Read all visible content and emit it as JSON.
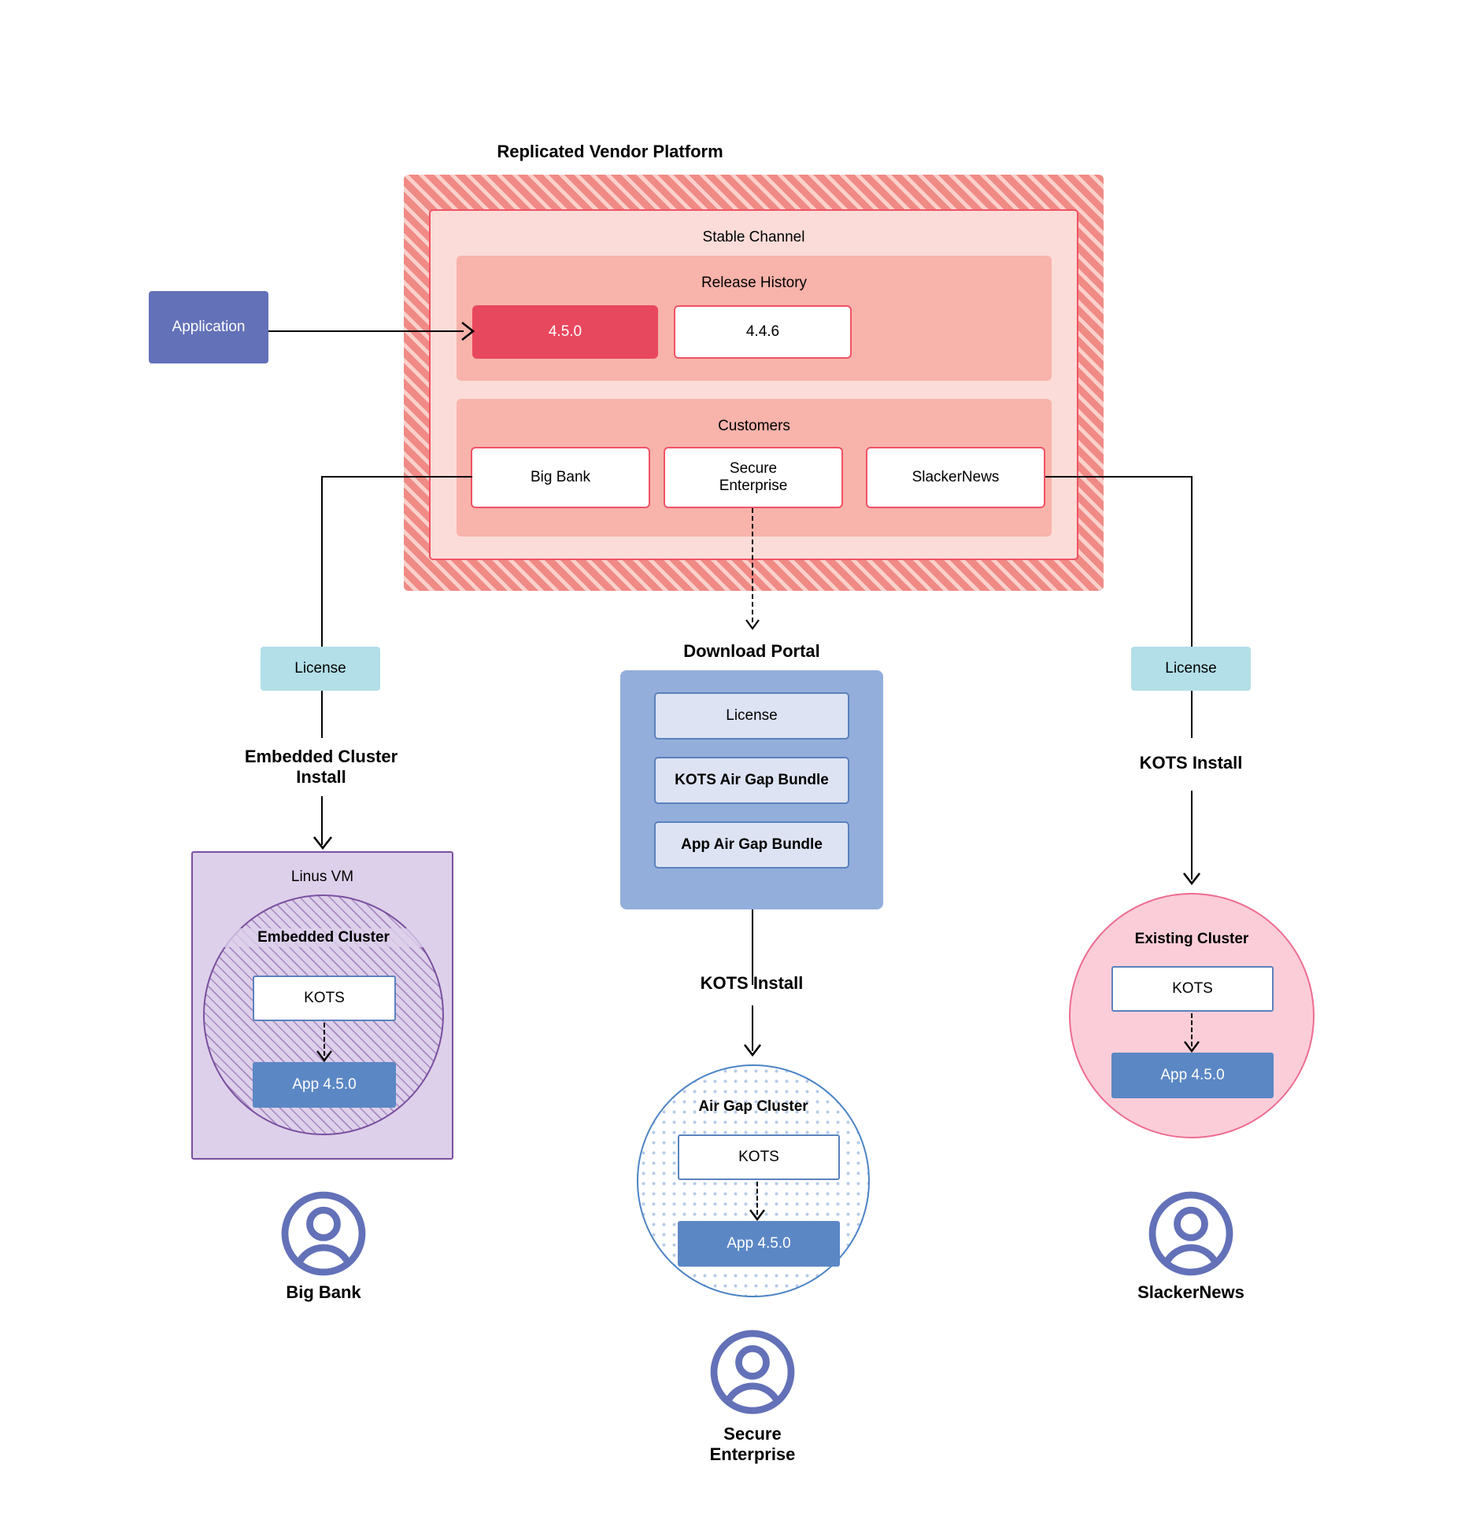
{
  "diagram": {
    "title": "Replicated Vendor Platform",
    "application": {
      "label": "Application"
    },
    "stable_channel": {
      "label": "Stable Channel",
      "release_history": {
        "label": "Release History",
        "releases": [
          {
            "version": "4.5.0",
            "state": "active"
          },
          {
            "version": "4.4.6",
            "state": "inactive"
          }
        ]
      },
      "customers": {
        "label": "Customers",
        "items": [
          {
            "name": "Big Bank"
          },
          {
            "name": "Secure\nEnterprise",
            "line1": "Secure",
            "line2": "Enterprise"
          },
          {
            "name": "SlackerNews"
          }
        ]
      }
    },
    "left_branch": {
      "license_label": "License",
      "install_label_line1": "Embedded Cluster",
      "install_label_line2": "Install",
      "vm_label": "Linus VM",
      "cluster_label": "Embedded Cluster",
      "kots_label": "KOTS",
      "app_label": "App 4.5.0",
      "customer_label": "Big Bank",
      "avatar_icon": "user-avatar-icon"
    },
    "center_branch": {
      "portal_title": "Download  Portal",
      "portal_items": [
        {
          "label": "License"
        },
        {
          "label": "KOTS Air Gap Bundle"
        },
        {
          "label": "App Air Gap Bundle"
        }
      ],
      "install_label": "KOTS Install",
      "cluster_label": "Air Gap Cluster",
      "kots_label": "KOTS",
      "app_label": "App 4.5.0",
      "customer_label_line1": "Secure",
      "customer_label_line2": "Enterprise",
      "avatar_icon": "user-avatar-icon"
    },
    "right_branch": {
      "license_label": "License",
      "install_label": "KOTS Install",
      "cluster_label": "Existing Cluster",
      "kots_label": "KOTS",
      "app_label": "App 4.5.0",
      "customer_label": "SlackerNews",
      "avatar_icon": "user-avatar-icon"
    },
    "colors": {
      "vendor_stripe": "#f08a85",
      "stable_channel_bg": "#fbdcd8",
      "panel_bg": "#f8b3ab",
      "release_active": "#e8485e",
      "release_border": "#ef5364",
      "application_bg": "#6371b8",
      "license_bg": "#b2dfe8",
      "portal_bg": "#93aedb",
      "portal_item_bg": "#dde3f3",
      "vm_bg": "#ddd0ea",
      "vm_border": "#7a50a0",
      "airgap_border": "#4d84c4",
      "existing_bg": "#fbcdd9",
      "existing_border": "#ec6c92",
      "app_bg": "#5b87c5",
      "kots_border": "#5b82bd",
      "avatar": "#6371b8"
    }
  }
}
